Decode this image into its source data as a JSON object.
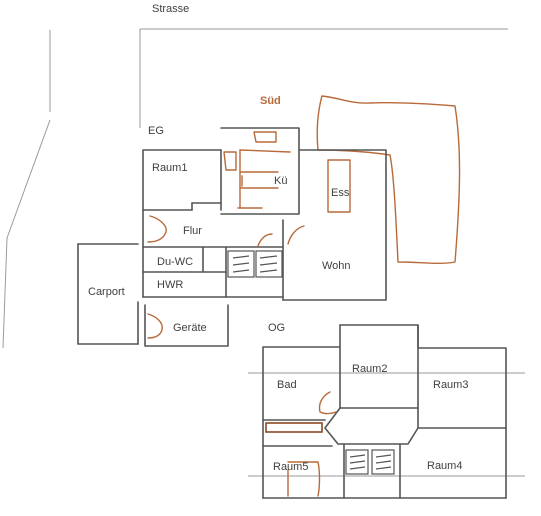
{
  "street_label": "Strasse",
  "south_label": "Süd",
  "floors": {
    "ground": {
      "label": "EG",
      "rooms": {
        "raum1": "Raum1",
        "kueche": "Kü",
        "ess": "Ess",
        "flur": "Flur",
        "du_wc": "Du-WC",
        "hwr": "HWR",
        "wohn": "Wohn",
        "carport": "Carport",
        "geraete": "Geräte"
      }
    },
    "upper": {
      "label": "OG",
      "rooms": {
        "bad": "Bad",
        "raum2": "Raum2",
        "raum3": "Raum3",
        "raum4": "Raum4",
        "raum5": "Raum5"
      }
    }
  },
  "colors": {
    "wall": "#555555",
    "sketch": "#b86a3a",
    "text": "#404040",
    "background": "#ffffff"
  }
}
